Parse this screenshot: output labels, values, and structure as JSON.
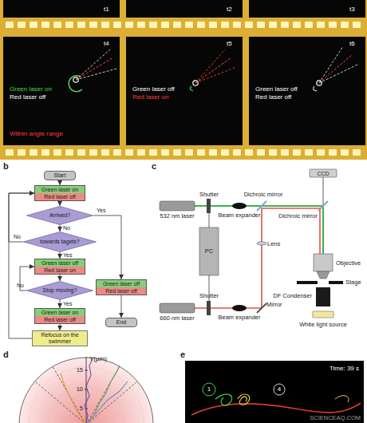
{
  "diagram": {
    "nodes": [
      {
        "text": [
          "t1"
        ]
      },
      {
        "text": [
          "t2"
        ]
      },
      {
        "text": [
          "t3"
        ]
      },
      {
        "text": [
          "t4",
          "Green laser on",
          "Red laser off",
          "Within angle range"
        ]
      },
      {
        "text": [
          "t5",
          "Green laser off",
          "Red laser on"
        ]
      },
      {
        "text": [
          "t6",
          "Green laser off",
          "Red laser off"
        ]
      },
      {
        "text": [
          "Start"
        ]
      },
      {
        "text": [
          "Green laser on",
          "Red laser off"
        ]
      },
      {
        "text": [
          "Arrived?"
        ]
      },
      {
        "text": [
          "towards tagets?"
        ]
      },
      {
        "text": [
          "Green laser off",
          "Red laser on"
        ]
      },
      {
        "text": [
          "Stop moving?"
        ]
      },
      {
        "text": [
          "Green laser on",
          "Red laser off"
        ]
      },
      {
        "text": [
          "Refocus on the swimmer"
        ]
      },
      {
        "text": [
          "Green laser off",
          "Red laser off"
        ]
      },
      {
        "text": [
          "End"
        ]
      }
    ],
    "edges": [
      {
        "from": 6,
        "to": 7,
        "arrow": "to"
      },
      {
        "from": 7,
        "to": 8,
        "arrow": "to"
      },
      {
        "from": 8,
        "to": 9,
        "label": "No",
        "arrow": "to"
      },
      {
        "from": 8,
        "to": 14,
        "label": "Yes",
        "arrow": "to"
      },
      {
        "from": 9,
        "to": 10,
        "label": "Yes",
        "arrow": "to"
      },
      {
        "from": 9,
        "to": 7,
        "label": "No",
        "arrow": "to"
      },
      {
        "from": 10,
        "to": 11,
        "arrow": "to"
      },
      {
        "from": 11,
        "to": 12,
        "label": "Yes",
        "arrow": "to"
      },
      {
        "from": 11,
        "to": 10,
        "label": "No",
        "arrow": "to"
      },
      {
        "from": 12,
        "to": 13,
        "arrow": "to"
      },
      {
        "from": 13,
        "to": 7,
        "arrow": "to"
      },
      {
        "from": 14,
        "to": 15,
        "arrow": "to"
      }
    ],
    "labels": [
      "b",
      "c",
      "CCD",
      "Shutter",
      "Dichroic mirror",
      "532 nm laser",
      "Beam expander",
      "Dichroic mirror",
      "PC",
      "Lens",
      "Objective",
      "Shutter",
      "Stage",
      "660 nm laser",
      "Beam expander",
      "Mirror",
      "DF Condenser",
      "White light source",
      "d",
      "Y(µm)",
      "15",
      "10",
      "5",
      "e",
      "Time: 39 s",
      "1",
      "4",
      "SCIENCEAQ.COM"
    ]
  }
}
